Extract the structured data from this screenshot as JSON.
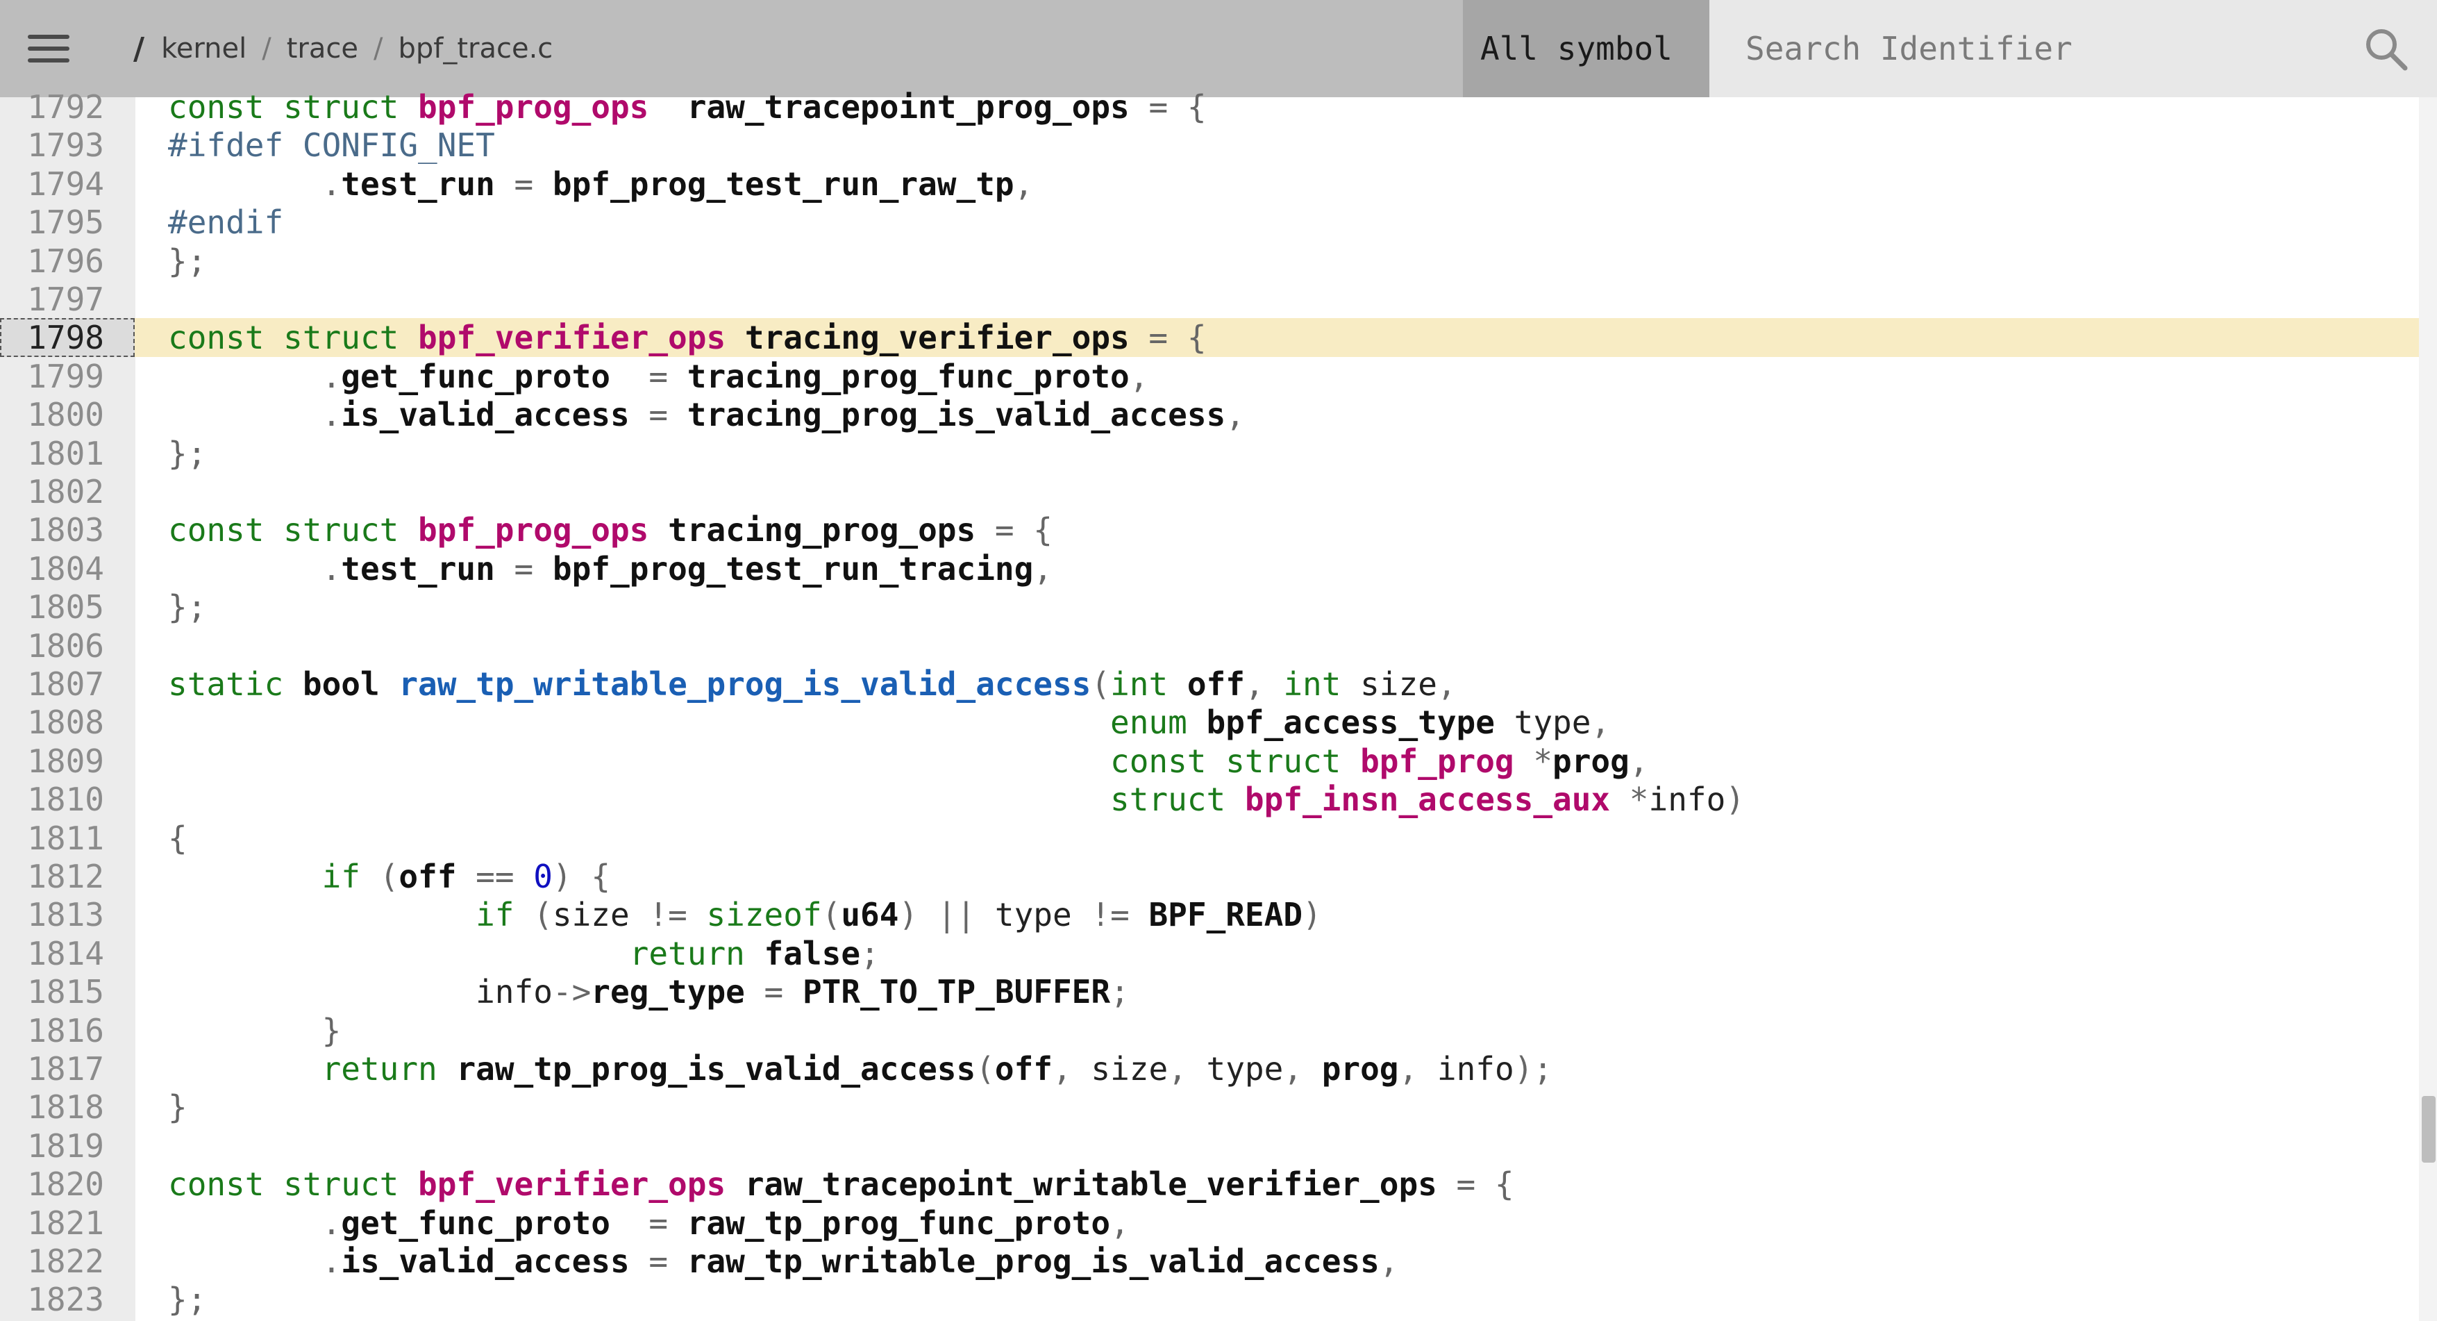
{
  "header": {
    "menu_icon": "hamburger-menu-icon",
    "breadcrumb": [
      {
        "label": "kernel"
      },
      {
        "label": "trace"
      },
      {
        "label": "bpf_trace.c"
      }
    ],
    "filter_label": "All symbol",
    "search_placeholder": "Search Identifier",
    "search_value": ""
  },
  "code": {
    "highlighted_line": 1798,
    "first_line": 1792,
    "lines": [
      [
        [
          "kw",
          "const struct "
        ],
        [
          "ty",
          "bpf_prog_ops"
        ],
        [
          "",
          "  "
        ],
        [
          "id",
          "raw_tracepoint_prog_ops"
        ],
        [
          "op",
          " = {"
        ]
      ],
      [
        [
          "pp",
          "#ifdef "
        ],
        [
          "pp",
          "CONFIG_NET"
        ]
      ],
      [
        [
          "",
          "        "
        ],
        [
          "op",
          "."
        ],
        [
          "id",
          "test_run"
        ],
        [
          "op",
          " = "
        ],
        [
          "id",
          "bpf_prog_test_run_raw_tp"
        ],
        [
          "op",
          ","
        ]
      ],
      [
        [
          "pp",
          "#endif"
        ]
      ],
      [
        [
          "op",
          "};"
        ]
      ],
      [],
      [
        [
          "kw",
          "const struct "
        ],
        [
          "ty",
          "bpf_verifier_ops"
        ],
        [
          "",
          ""
        ],
        [
          "id",
          " tracing_verifier_ops"
        ],
        [
          "op",
          " = {"
        ]
      ],
      [
        [
          "",
          "        "
        ],
        [
          "op",
          "."
        ],
        [
          "id",
          "get_func_proto"
        ],
        [
          "op",
          "  = "
        ],
        [
          "id",
          "tracing_prog_func_proto"
        ],
        [
          "op",
          ","
        ]
      ],
      [
        [
          "",
          "        "
        ],
        [
          "op",
          "."
        ],
        [
          "id",
          "is_valid_access"
        ],
        [
          "op",
          " = "
        ],
        [
          "id",
          "tracing_prog_is_valid_access"
        ],
        [
          "op",
          ","
        ]
      ],
      [
        [
          "op",
          "};"
        ]
      ],
      [],
      [
        [
          "kw",
          "const struct "
        ],
        [
          "ty",
          "bpf_prog_ops"
        ],
        [
          "id",
          " tracing_prog_ops"
        ],
        [
          "op",
          " = {"
        ]
      ],
      [
        [
          "",
          "        "
        ],
        [
          "op",
          "."
        ],
        [
          "id",
          "test_run"
        ],
        [
          "op",
          " = "
        ],
        [
          "id",
          "bpf_prog_test_run_tracing"
        ],
        [
          "op",
          ","
        ]
      ],
      [
        [
          "op",
          "};"
        ]
      ],
      [],
      [
        [
          "kw",
          "static "
        ],
        [
          "id",
          "bool "
        ],
        [
          "fn",
          "raw_tp_writable_prog_is_valid_access"
        ],
        [
          "op",
          "("
        ],
        [
          "kw",
          "int "
        ],
        [
          "id",
          "off"
        ],
        [
          "op",
          ", "
        ],
        [
          "kw",
          "int "
        ],
        [
          "",
          "size"
        ],
        [
          "op",
          ","
        ]
      ],
      [
        [
          "",
          "                                                 "
        ],
        [
          "kw",
          "enum "
        ],
        [
          "id",
          "bpf_access_type"
        ],
        [
          "",
          " type"
        ],
        [
          "op",
          ","
        ]
      ],
      [
        [
          "",
          "                                                 "
        ],
        [
          "kw",
          "const struct "
        ],
        [
          "ty",
          "bpf_prog"
        ],
        [
          "op",
          " *"
        ],
        [
          "id",
          "prog"
        ],
        [
          "op",
          ","
        ]
      ],
      [
        [
          "",
          "                                                 "
        ],
        [
          "kw",
          "struct "
        ],
        [
          "ty",
          "bpf_insn_access_aux"
        ],
        [
          "op",
          " *"
        ],
        [
          "",
          "info"
        ],
        [
          "op",
          ")"
        ]
      ],
      [
        [
          "op",
          "{"
        ]
      ],
      [
        [
          "",
          "        "
        ],
        [
          "kw",
          "if "
        ],
        [
          "op",
          "("
        ],
        [
          "id",
          "off"
        ],
        [
          "op",
          " == "
        ],
        [
          "num",
          "0"
        ],
        [
          "op",
          ") {"
        ]
      ],
      [
        [
          "",
          "                "
        ],
        [
          "kw",
          "if "
        ],
        [
          "op",
          "("
        ],
        [
          "",
          "size"
        ],
        [
          "op",
          " != "
        ],
        [
          "kw",
          "sizeof"
        ],
        [
          "op",
          "("
        ],
        [
          "id",
          "u64"
        ],
        [
          "op",
          ") || "
        ],
        [
          "",
          "type"
        ],
        [
          "op",
          " != "
        ],
        [
          "id",
          "BPF_READ"
        ],
        [
          "op",
          ")"
        ]
      ],
      [
        [
          "",
          "                        "
        ],
        [
          "kw",
          "return "
        ],
        [
          "id",
          "false"
        ],
        [
          "op",
          ";"
        ]
      ],
      [
        [
          "",
          "                "
        ],
        [
          "",
          "info"
        ],
        [
          "op",
          "->"
        ],
        [
          "id",
          "reg_type"
        ],
        [
          "op",
          " = "
        ],
        [
          "id",
          "PTR_TO_TP_BUFFER"
        ],
        [
          "op",
          ";"
        ]
      ],
      [
        [
          "",
          "        "
        ],
        [
          "op",
          "}"
        ]
      ],
      [
        [
          "",
          "        "
        ],
        [
          "kw",
          "return "
        ],
        [
          "id",
          "raw_tp_prog_is_valid_access"
        ],
        [
          "op",
          "("
        ],
        [
          "id",
          "off"
        ],
        [
          "op",
          ", "
        ],
        [
          "",
          "size"
        ],
        [
          "op",
          ", "
        ],
        [
          "",
          "type"
        ],
        [
          "op",
          ", "
        ],
        [
          "id",
          "prog"
        ],
        [
          "op",
          ", "
        ],
        [
          "",
          "info"
        ],
        [
          "op",
          ");"
        ]
      ],
      [
        [
          "op",
          "}"
        ]
      ],
      [],
      [
        [
          "kw",
          "const struct "
        ],
        [
          "ty",
          "bpf_verifier_ops"
        ],
        [
          "id",
          " raw_tracepoint_writable_verifier_ops"
        ],
        [
          "op",
          " = {"
        ]
      ],
      [
        [
          "",
          "        "
        ],
        [
          "op",
          "."
        ],
        [
          "id",
          "get_func_proto"
        ],
        [
          "op",
          "  = "
        ],
        [
          "id",
          "raw_tp_prog_func_proto"
        ],
        [
          "op",
          ","
        ]
      ],
      [
        [
          "",
          "        "
        ],
        [
          "op",
          "."
        ],
        [
          "id",
          "is_valid_access"
        ],
        [
          "op",
          " = "
        ],
        [
          "id",
          "raw_tp_writable_prog_is_valid_access"
        ],
        [
          "op",
          ","
        ]
      ],
      [
        [
          "op",
          "};"
        ]
      ]
    ]
  },
  "colors": {
    "topbar": "#bdbdbd",
    "filter_button": "#a6a6a6",
    "search_box": "#e8e8e8",
    "highlight_row": "#f8ecc4",
    "keyword": "#1a7a1a",
    "type": "#b00a6b",
    "function": "#1a5fb4",
    "preprocessor": "#4a6b8a"
  }
}
